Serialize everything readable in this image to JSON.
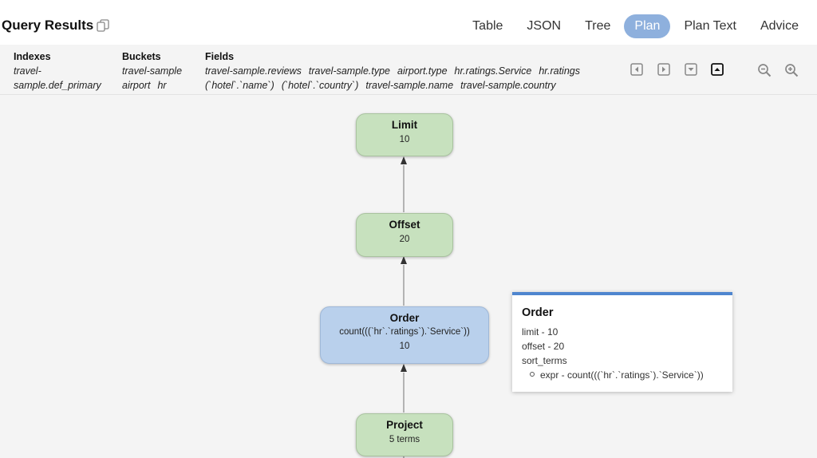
{
  "header": {
    "title": "Query Results",
    "tabs": [
      {
        "label": "Table",
        "active": false
      },
      {
        "label": "JSON",
        "active": false
      },
      {
        "label": "Tree",
        "active": false
      },
      {
        "label": "Plan",
        "active": true
      },
      {
        "label": "Plan Text",
        "active": false
      },
      {
        "label": "Advice",
        "active": false
      }
    ]
  },
  "meta": {
    "indexes": {
      "label": "Indexes",
      "line1": "travel-",
      "line2": "sample.def_primary"
    },
    "buckets": {
      "label": "Buckets",
      "line1": "travel-sample",
      "line2": [
        "airport",
        "hr"
      ]
    },
    "fields": {
      "label": "Fields",
      "line1": [
        "travel-sample.reviews",
        "travel-sample.type",
        "airport.type",
        "hr.ratings.Service",
        "hr.ratings"
      ],
      "line2": [
        "(`hotel`.`name`)",
        "(`hotel`.`country`)",
        "travel-sample.name",
        "travel-sample.country"
      ]
    }
  },
  "controls": [
    "arrow-left-icon",
    "arrow-right-icon",
    "arrow-down-icon",
    "arrow-up-icon",
    "zoom-out-icon",
    "zoom-in-icon"
  ],
  "plan": {
    "nodes": [
      {
        "title": "Limit",
        "detail": "10"
      },
      {
        "title": "Offset",
        "detail": "20"
      },
      {
        "title": "Order",
        "detail": "count(((`hr`.`ratings`).`Service`))",
        "detail2": "10"
      },
      {
        "title": "Project",
        "detail": "5 terms"
      }
    ]
  },
  "tooltip": {
    "title": "Order",
    "limit": "limit - 10",
    "offset": "offset - 20",
    "sort_terms": "sort_terms",
    "expr": "expr - count(((`hr`.`ratings`).`Service`))"
  },
  "colors": {
    "active_tab": "#8eb0dd",
    "node_green": "#c7e1be",
    "node_blue": "#b9d0ec",
    "tooltip_accent": "#4f86cf"
  }
}
